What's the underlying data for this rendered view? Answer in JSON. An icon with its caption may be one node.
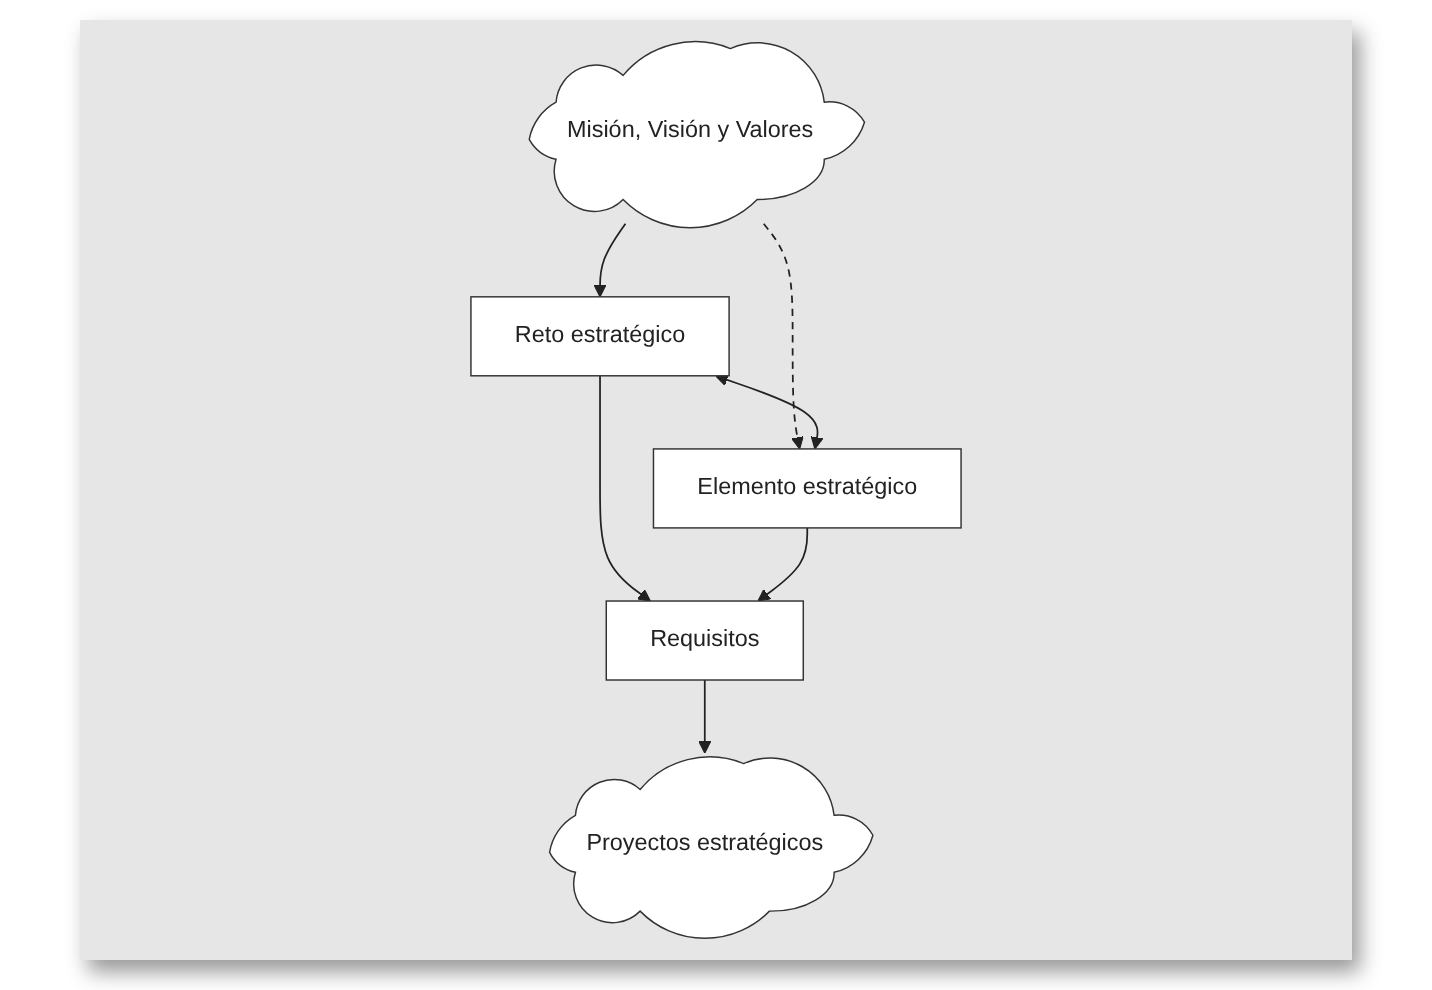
{
  "diagram": {
    "nodes": [
      {
        "text": [
          "Misión, Visión y Valores"
        ]
      },
      {
        "text": [
          "Reto estratégico"
        ]
      },
      {
        "text": [
          "Elemento estratégico"
        ]
      },
      {
        "text": [
          "Requisitos"
        ]
      },
      {
        "text": [
          "Proyectos estratégicos"
        ]
      }
    ],
    "edges": [
      {
        "from": 0,
        "to": 1,
        "arrow": "to"
      },
      {
        "from": 0,
        "to": 2,
        "arrow": "to",
        "style": "dashed"
      },
      {
        "from": 1,
        "to": 2,
        "arrow": "both"
      },
      {
        "from": 1,
        "to": 3,
        "arrow": "to"
      },
      {
        "from": 2,
        "to": 3,
        "arrow": "to"
      },
      {
        "from": 3,
        "to": 4,
        "arrow": "to"
      }
    ]
  }
}
